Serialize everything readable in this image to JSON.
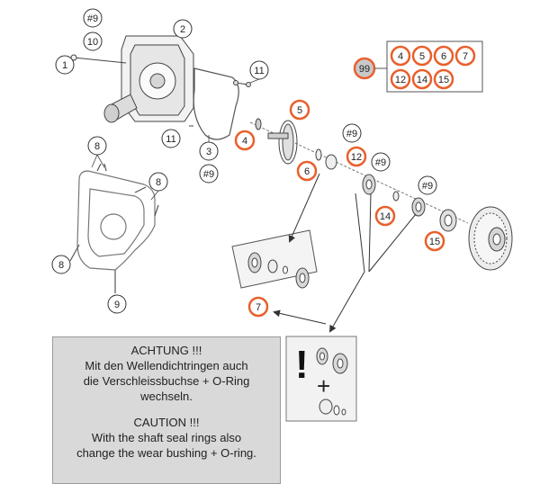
{
  "colors": {
    "highlight": "#e8602c",
    "line": "#444444",
    "notice_bg": "#d9d9d9"
  },
  "callouts": {
    "c_9_top": "#9",
    "c_10": "10",
    "c_1": "1",
    "c_2": "2",
    "c_11_right": "11",
    "c_11_bottom": "11",
    "c_3": "3",
    "c_9_left": "#9",
    "c_8_top": "8",
    "c_8_right": "8",
    "c_8_left": "8",
    "c_9_bottom": "9",
    "c_9_shaft": "#9",
    "c_9_seal": "#9",
    "c_9_gear": "#9",
    "h_4": "4",
    "h_5": "5",
    "h_6": "6",
    "h_12": "12",
    "h_14": "14",
    "h_15": "15",
    "h_7": "7"
  },
  "kit": {
    "label": "99",
    "items": [
      "4",
      "5",
      "6",
      "7",
      "12",
      "14",
      "15"
    ]
  },
  "warning_box": {
    "mark": "!",
    "plus": "+"
  },
  "notice": {
    "de_title": "ACHTUNG !!!",
    "de_line1": "Mit den Wellendichtringen auch",
    "de_line2": "die Verschleissbuchse + O-Ring",
    "de_line3": "wechseln.",
    "en_title": "CAUTION !!!",
    "en_line1": "With the shaft seal rings also",
    "en_line2": "change the wear bushing + O-ring."
  }
}
